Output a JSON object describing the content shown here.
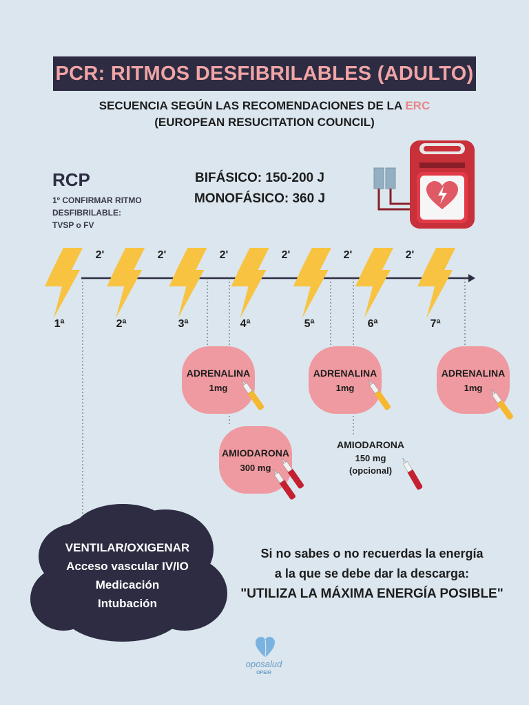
{
  "header": {
    "title": "PCR: RITMOS DESFIBRILABLES (ADULTO)",
    "subtitle_line1_prefix": "SECUENCIA SEGÚN LAS RECOMENDACIONES DE LA",
    "subtitle_line1_highlight": "ERC",
    "subtitle_line2": "(EUROPEAN RESUCITATION COUNCIL)"
  },
  "rcp": {
    "title": "RCP",
    "note_line1": "1º CONFIRMAR RITMO",
    "note_line2": "DESFIBRILABLE:",
    "note_line3": "TVSP o FV"
  },
  "energy": {
    "biphasic": "BIFÁSICO: 150-200 J",
    "monophasic": "MONOFÁSICO: 360 J"
  },
  "timeline": {
    "intervals": [
      "2'",
      "2'",
      "2'",
      "2'",
      "2'",
      "2'"
    ],
    "shocks": [
      "1ª",
      "2ª",
      "3ª",
      "4ª",
      "5ª",
      "6ª",
      "7ª"
    ]
  },
  "drugs": {
    "adrenalina_name": "ADRENALINA",
    "adrenalina_dose": "1mg",
    "amiodarona_1_name": "AMIODARONA",
    "amiodarona_1_dose": "300 mg",
    "amiodarona_2_name": "AMIODARONA",
    "amiodarona_2_dose": "150 mg",
    "amiodarona_2_note": "(opcional)"
  },
  "cloud": {
    "line1": "VENTILAR/OXIGENAR",
    "line2": "Acceso vascular IV/IO",
    "line3": "Medicación",
    "line4": "Intubación"
  },
  "advice": {
    "line1": "Si no sabes o no recuerdas la energía",
    "line2": "a la que se debe dar la descarga:",
    "line3": "\"UTILIZA LA MÁXIMA ENERGÍA POSIBLE\""
  },
  "brand": {
    "name": "oposalud",
    "tag": "OPEIR"
  },
  "colors": {
    "background": "#dbe6ee",
    "title_bar": "#2d2c42",
    "title_text": "#f0a4a6",
    "highlight": "#e8868a",
    "bolt": "#f8c340",
    "drug_bubble": "#ef9aa0",
    "cloud": "#2d2c42",
    "defibrillator": "#c8303a"
  },
  "icons": [
    "lightning-bolt-icon",
    "defibrillator-icon",
    "ampoule-icon",
    "syringe-icon",
    "heart-logo-icon"
  ]
}
